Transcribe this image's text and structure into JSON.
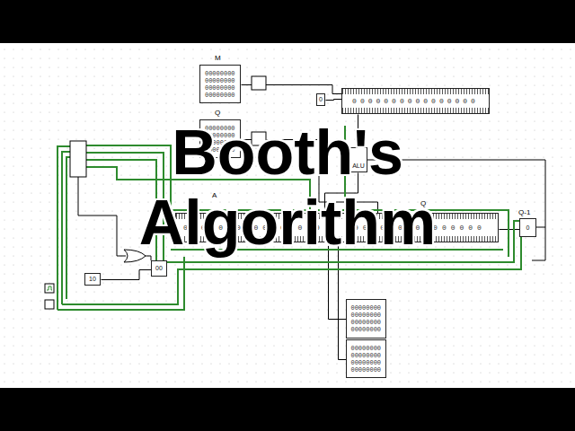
{
  "diagram": {
    "title": "Booth's Algorithm",
    "nodes": [
      {
        "text": [
          "M",
          "00000000 00000000 00000000 00000000"
        ]
      },
      {
        "text": [
          "Q",
          "00000000 00000000 00000000 00000000"
        ]
      },
      {
        "text": [
          "0000000000000000"
        ]
      },
      {
        "text": [
          "ALU"
        ]
      },
      {
        "text": [
          "A",
          "0000000000000000"
        ]
      },
      {
        "text": [
          "Q",
          "0000000000000000"
        ]
      },
      {
        "text": [
          "Q-1",
          "0"
        ]
      },
      {
        "text": [
          "00000000 00000000 00000000 00000000"
        ]
      },
      {
        "text": [
          "00000000 00000000 00000000 00000000"
        ]
      },
      {
        "text": [
          "0"
        ]
      },
      {
        "text": [
          "10"
        ]
      },
      {
        "text": [
          "00"
        ]
      }
    ],
    "edges": [
      {
        "from": 0,
        "to": 2,
        "arrow": "none"
      },
      {
        "from": 1,
        "to": 5,
        "arrow": "none"
      },
      {
        "from": 9,
        "to": 2,
        "arrow": "none"
      },
      {
        "from": 2,
        "to": 3,
        "arrow": "none"
      },
      {
        "from": 3,
        "to": 4,
        "arrow": "none"
      },
      {
        "from": 5,
        "to": 6,
        "arrow": "none"
      },
      {
        "from": 4,
        "to": 7,
        "arrow": "none"
      },
      {
        "from": 5,
        "to": 8,
        "arrow": "none"
      },
      {
        "from": 10,
        "to": 11,
        "arrow": "none"
      }
    ]
  }
}
